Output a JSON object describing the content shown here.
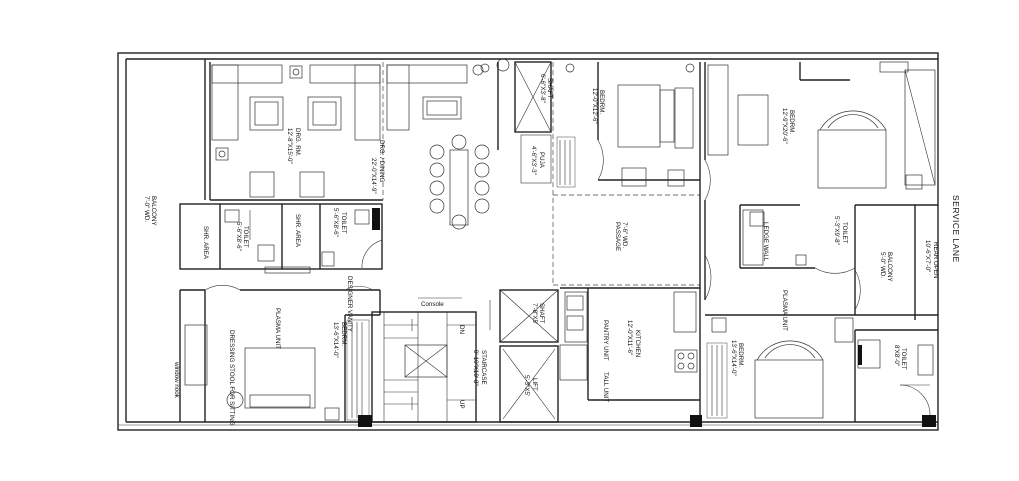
{
  "plan": {
    "street": "SERVICE LANE",
    "rooms": {
      "drg_rm_name": "DRG. RM.",
      "drg_rm_size": "12'-8\"X15'-0\"",
      "drg_dining_name": "DRG. / DINING",
      "drg_dining_size": "22'-0\"X14'-9\"",
      "balcony_west_name": "BALCONY",
      "balcony_west_size": "7'-0\" WD.",
      "shaft_top_name": "SHAFT",
      "shaft_top_size": "6'-6\"X3'-8\"",
      "puja_name": "PUJA",
      "puja_size": "4'-6\"X3'-3\"",
      "bedrm1_name": "BEDRM.",
      "bedrm1_size": "12'-0\"X12'-6\"",
      "passage_size": "7'-6\" WD.",
      "passage_name": "PASSAGE",
      "bedrm2_name": "BEDRM.",
      "bedrm2_size": "12'-9\"X20'-6\"",
      "toilet_east_name": "TOILET",
      "toilet_east_size": "5'-3\"X9'-8\"",
      "ledge_wall": "LEDGE WALL",
      "balcony_east_name": "BALCONY",
      "balcony_east_size": "5'-0\" WD.",
      "rear_open_name": "REAR OPEN",
      "rear_open_size": "10'-6\"X7'-0\"",
      "shr_area_1": "SHR. AREA",
      "toilet_w1_name": "TOILET",
      "toilet_w1_size": "5'-6\"X8'-6\"",
      "shr_area_2": "SHR. AREA",
      "toilet_w2_name": "TOILET",
      "toilet_w2_size": "5'-6\"X8'-6\"",
      "designer_vanity": "DESIGNER VANITY",
      "plasma_unit_w": "PLASMA UNIT",
      "bedrm3_name": "BEDRM.",
      "bedrm3_size": "13'-6\"X14'-0\"",
      "dressing_stool": "DRESSING STOOL FOR SITTING",
      "window_nook": "window nook",
      "console": "Console",
      "dn": "DN",
      "up": "UP",
      "staircase_name": "STAIRCASE",
      "staircase_size": "9'-10\"X10'-8\"",
      "lift_name": "LIFT",
      "lift_size": "5'-3\"X5'",
      "shaft_mid_name": "SHAFT",
      "shaft_mid_size": "7'-8\"X5'",
      "pantry_unit": "PANTRY UNIT",
      "tall_unit": "TALL UNIT",
      "kitchen_name": "KITCHEN",
      "kitchen_size": "12'-0\"X11'-6\"",
      "plasma_unit_e": "PLASMA UNIT",
      "bedrm4_name": "BEDRM.",
      "bedrm4_size": "13'-6\"X14'-0\"",
      "toilet_se_name": "TOILET",
      "toilet_se_size": "8'X8'-0\""
    }
  }
}
